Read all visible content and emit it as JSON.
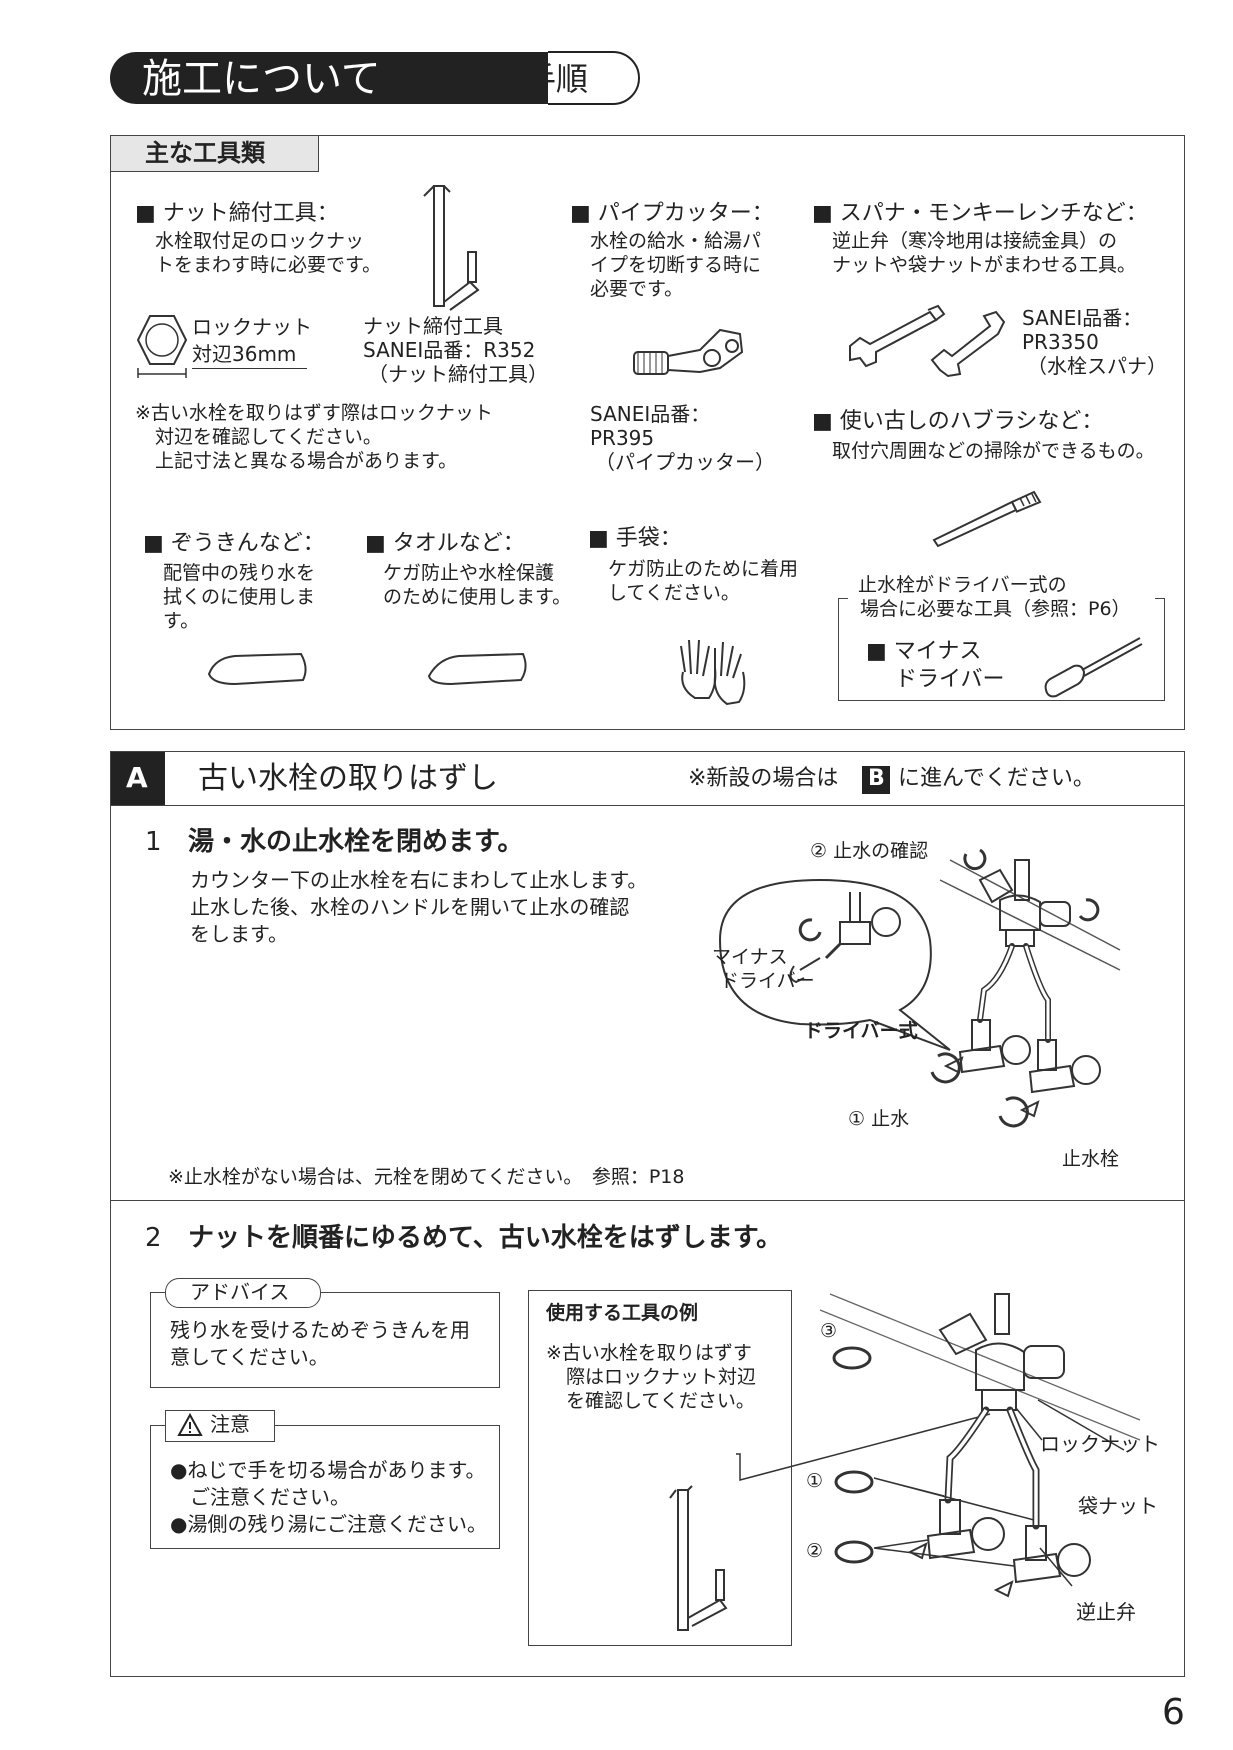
{
  "header": {
    "section": "施工について",
    "subsection": "施工手順"
  },
  "tools": {
    "heading": "主な工具類",
    "nut_tool": {
      "title": "■ ナット締付工具：",
      "desc1": "水栓取付足のロックナッ",
      "desc2": "トをまわす時に必要です。",
      "locknut1": "ロックナット",
      "locknut2": "対辺36mm",
      "code1": "ナット締付工具",
      "code2": "SANEI品番：R352",
      "code3": "（ナット締付工具）",
      "note1": "※古い水栓を取りはずす際はロックナット",
      "note2": "対辺を確認してください。",
      "note3": "上記寸法と異なる場合があります。"
    },
    "pipe_cutter": {
      "title": "■ パイプカッター：",
      "desc1": "水栓の給水・給湯パ",
      "desc2": "イプを切断する時に",
      "desc3": "必要です。",
      "code1": "SANEI品番：",
      "code2": "PR395",
      "code3": "（パイプカッター）"
    },
    "spanner": {
      "title": "■ スパナ・モンキーレンチなど：",
      "desc1": "逆止弁（寒冷地用は接続金具）の",
      "desc2": "ナットや袋ナットがまわせる工具。",
      "code1": "SANEI品番：",
      "code2": "PR3350",
      "code3": "（水栓スパナ）"
    },
    "brush": {
      "title": "■ 使い古しのハブラシなど：",
      "desc": "取付穴周囲などの掃除ができるもの。"
    },
    "rag": {
      "title": "■ ぞうきんなど：",
      "desc1": "配管中の残り水を",
      "desc2": "拭くのに使用しま",
      "desc3": "す。"
    },
    "towel": {
      "title": "■ タオルなど：",
      "desc1": "ケガ防止や水栓保護",
      "desc2": "のために使用します。"
    },
    "gloves": {
      "title": "■ 手袋：",
      "desc1": "ケガ防止のために着用",
      "desc2": "してください。"
    },
    "driver": {
      "cap1": "止水栓がドライバー式の",
      "cap2": "場合に必要な工具（参照：P6）",
      "title1": "■ マイナス",
      "title2": "ドライバー"
    }
  },
  "sectionA": {
    "badge": "A",
    "title": "古い水栓の取りはずし",
    "note_pre": "※新設の場合は",
    "note_badge": "B",
    "note_post": "に進んでください。",
    "step1": {
      "num": "1",
      "title": "湯・水の止水栓を閉めます。",
      "desc1": "カウンター下の止水栓を右にまわして止水します。",
      "desc2": "止水した後、水栓のハンドルを開いて止水の確認",
      "desc3": "をします。",
      "label_confirm": "② 止水の確認",
      "label_driver1": "マイナス",
      "label_driver2": "ドライバー",
      "label_driver_type": "ドライバー式",
      "label_stop": "① 止水",
      "label_valve": "止水栓",
      "footnote": "※止水栓がない場合は、元栓を閉めてください。　参照：P18"
    },
    "step2": {
      "num": "2",
      "title": "ナットを順番にゆるめて、古い水栓をはずします。",
      "advice_label": "アドバイス",
      "advice1": "残り水を受けるためぞうきんを用",
      "advice2": "意してください。",
      "caution_label": "注意",
      "caution1": "●ねじで手を切る場合があります。",
      "caution2": "ご注意ください。",
      "caution3": "●湯側の残り湯にご注意ください。",
      "tool_title": "使用する工具の例",
      "tool1": "※古い水栓を取りはずす",
      "tool2": "際はロックナット対辺",
      "tool3": "を確認してください。",
      "n1": "①",
      "n2": "②",
      "n3": "③",
      "label_locknut": "ロックナット",
      "label_bagnut": "袋ナット",
      "label_check": "逆止弁"
    }
  },
  "page_number": "6"
}
